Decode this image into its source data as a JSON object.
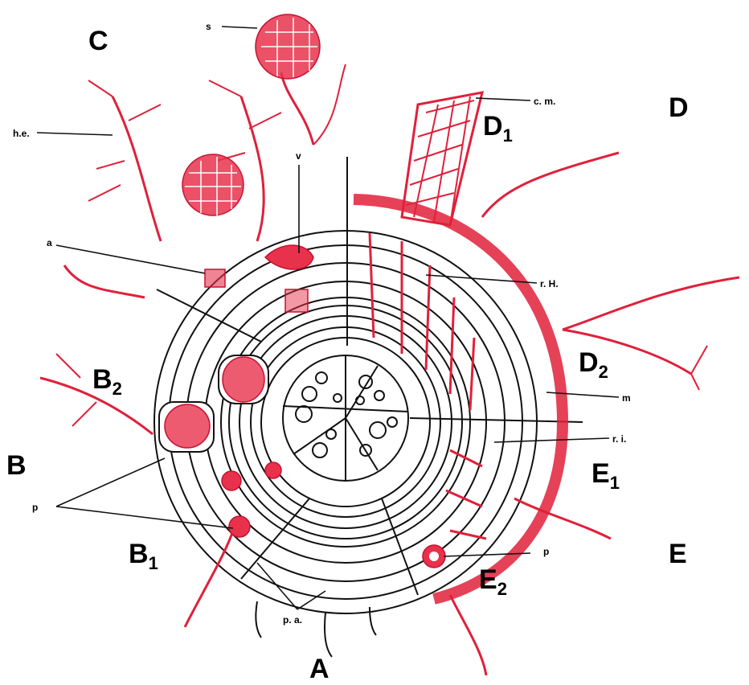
{
  "diagram": {
    "colors": {
      "ink": "#111111",
      "fungus_red": "#e0203a",
      "fill_red": "#e8324c",
      "background": "#ffffff"
    },
    "sector_labels": [
      "A",
      "B",
      "C",
      "D",
      "E"
    ],
    "sub_labels": {
      "B1": {
        "main": "B",
        "sub": "1"
      },
      "B2": {
        "main": "B",
        "sub": "2"
      },
      "D1": {
        "main": "D",
        "sub": "1"
      },
      "D2": {
        "main": "D",
        "sub": "2"
      },
      "E1": {
        "main": "E",
        "sub": "1"
      },
      "E2": {
        "main": "E",
        "sub": "2"
      }
    },
    "small_labels": {
      "s": "s",
      "he": "h.e.",
      "v": "v",
      "a": "a",
      "cm": "c. m.",
      "rH": "r. H.",
      "m": "m",
      "ri": "r. i.",
      "p_left": "p",
      "p_right": "p",
      "pa": "p. a."
    }
  }
}
